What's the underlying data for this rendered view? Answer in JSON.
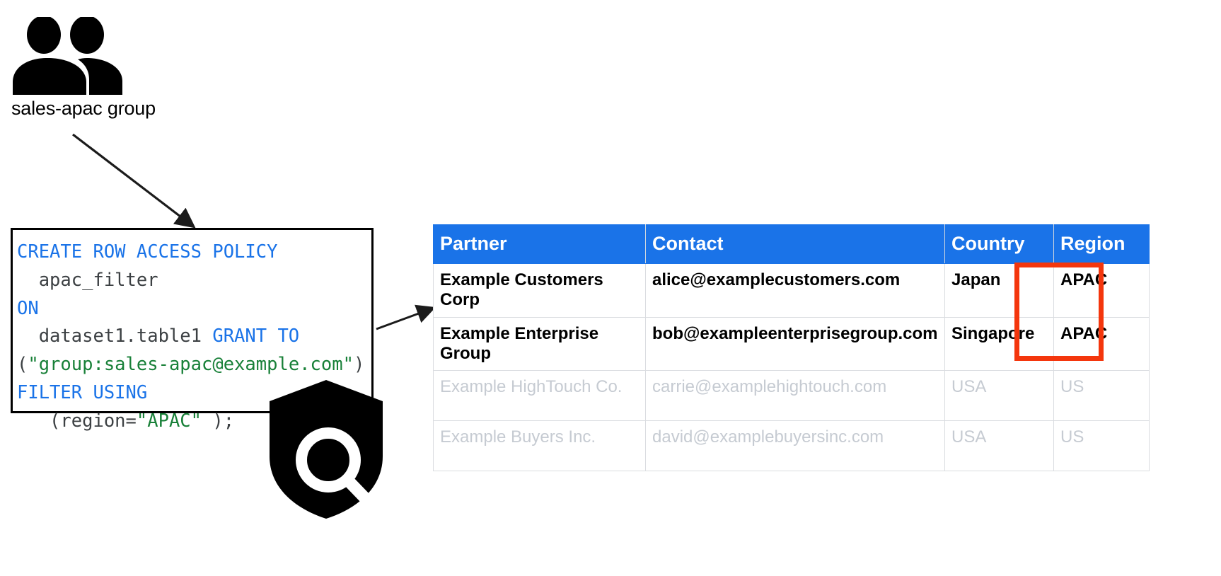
{
  "group": {
    "icon": "people-group-icon",
    "label": "sales-apac group"
  },
  "policy": {
    "icon": "shield-search-icon",
    "lines": [
      {
        "segments": [
          {
            "text": "CREATE ROW ACCESS POLICY",
            "style": "kw"
          }
        ]
      },
      {
        "segments": [
          {
            "text": "  apac_filter",
            "style": "plain"
          }
        ]
      },
      {
        "segments": [
          {
            "text": "ON",
            "style": "kw"
          }
        ]
      },
      {
        "segments": [
          {
            "text": "  dataset1.table1 ",
            "style": "plain"
          },
          {
            "text": "GRANT TO",
            "style": "kw"
          }
        ]
      },
      {
        "segments": [
          {
            "text": "(",
            "style": "plain"
          },
          {
            "text": "\"group:sales-apac@example.com\"",
            "style": "str"
          },
          {
            "text": ")",
            "style": "plain"
          }
        ]
      },
      {
        "segments": [
          {
            "text": "FILTER USING",
            "style": "kw"
          }
        ]
      },
      {
        "segments": [
          {
            "text": "   (region=",
            "style": "plain"
          },
          {
            "text": "\"APAC\"",
            "style": "str"
          },
          {
            "text": " );",
            "style": "plain"
          }
        ]
      }
    ],
    "plain_text": "CREATE ROW ACCESS POLICY\n  apac_filter\nON\n  dataset1.table1 GRANT TO\n(\"group:sales-apac@example.com\")\nFILTER USING\n   (region=\"APAC\" );"
  },
  "table": {
    "columns": [
      "Partner",
      "Contact",
      "Country",
      "Region"
    ],
    "rows": [
      {
        "state": "active",
        "partner": "Example Customers Corp",
        "contact": "alice@examplecustomers.com",
        "country": "Japan",
        "region": "APAC"
      },
      {
        "state": "active",
        "partner": "Example Enterprise Group",
        "contact": "bob@exampleenterprisegroup.com",
        "country": "Singapore",
        "region": "APAC"
      },
      {
        "state": "dimmed",
        "partner": "Example HighTouch Co.",
        "contact": "carrie@examplehightouch.com",
        "country": "USA",
        "region": "US"
      },
      {
        "state": "dimmed",
        "partner": "Example Buyers Inc.",
        "contact": "david@examplebuyersinc.com",
        "country": "USA",
        "region": "US"
      }
    ]
  },
  "colors": {
    "header_blue": "#1a73e8",
    "keyword_blue": "#1a73e8",
    "string_green": "#188038",
    "highlight_red": "#f4360d",
    "dimmed_grey": "#c6cbd2",
    "code_text": "#3c4043",
    "grid_line": "#dadce0"
  }
}
